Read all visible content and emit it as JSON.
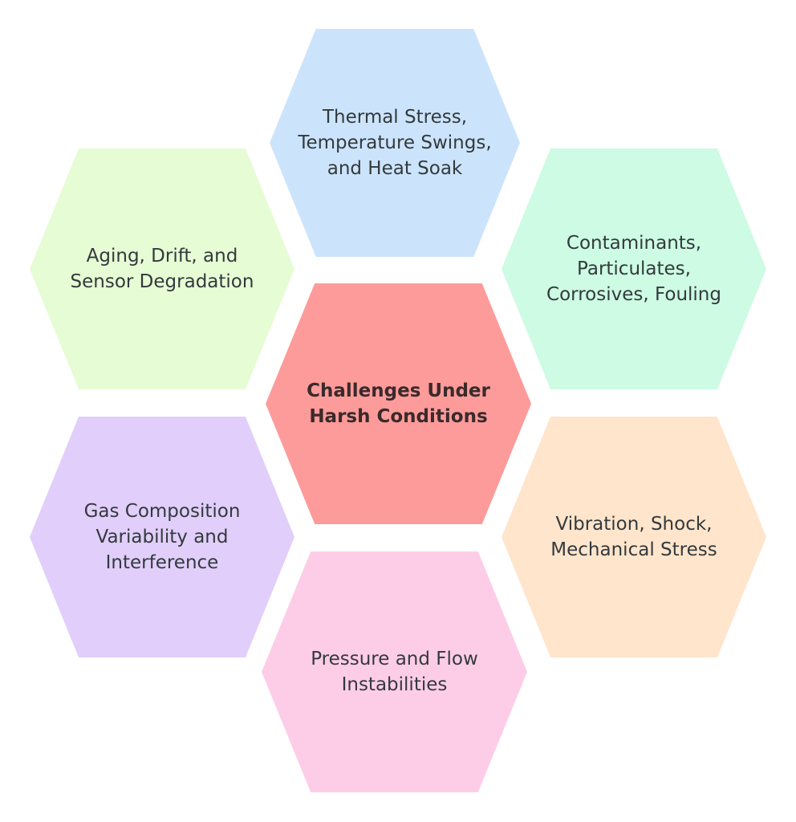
{
  "diagram": {
    "center": {
      "label": "Challenges Under\nHarsh Conditions",
      "color": "#fd9b9b"
    },
    "items": [
      {
        "label": "Thermal Stress,\nTemperature Swings,\nand Heat Soak",
        "color": "#cce4fb"
      },
      {
        "label": "Contaminants,\nParticulates,\nCorrosives, Fouling",
        "color": "#cdfbe3"
      },
      {
        "label": "Vibration, Shock,\nMechanical Stress",
        "color": "#ffe5cc"
      },
      {
        "label": "Pressure and Flow\nInstabilities",
        "color": "#fdcde8"
      },
      {
        "label": "Gas Composition\nVariability and\nInterference",
        "color": "#e1cefa"
      },
      {
        "label": "Aging, Drift, and\nSensor Degradation",
        "color": "#e6fcd4"
      }
    ]
  }
}
